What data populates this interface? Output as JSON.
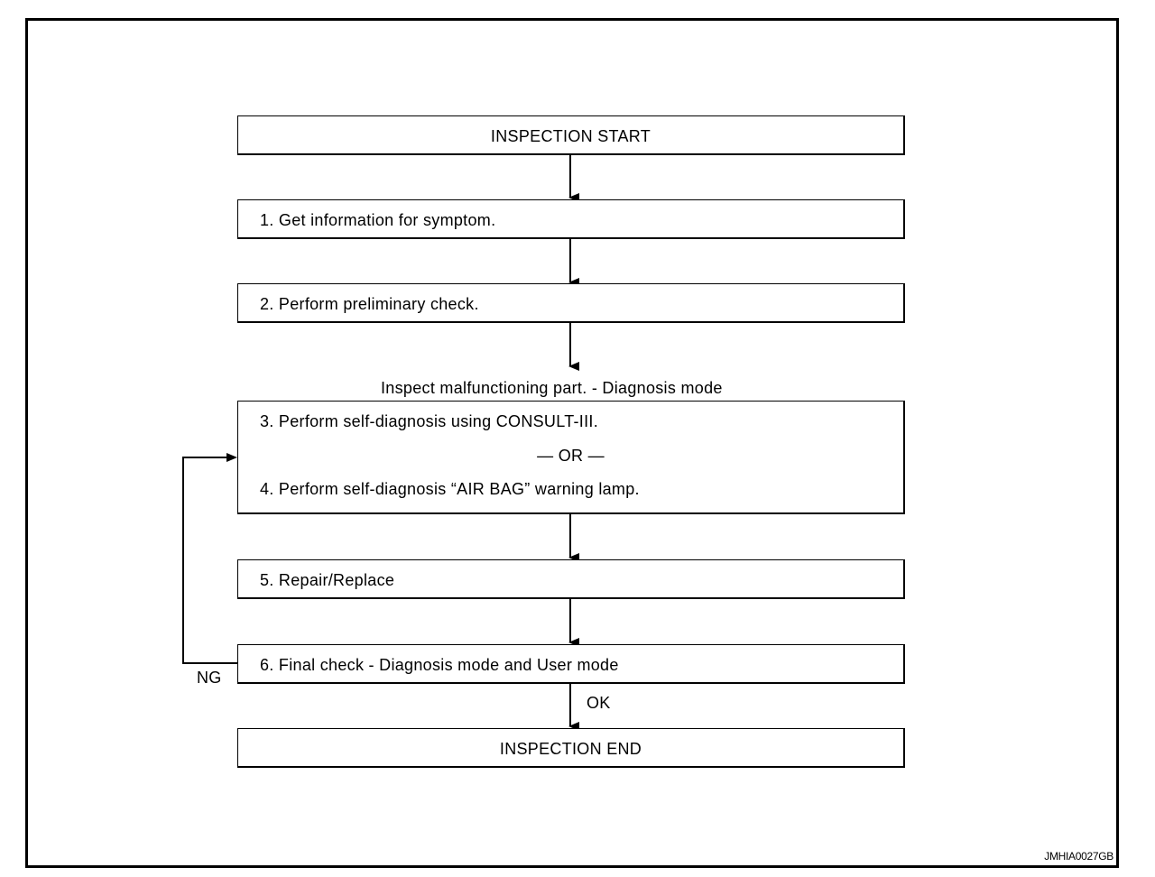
{
  "flow": {
    "start": "INSPECTION START",
    "step1": "1. Get information for symptom.",
    "step2": "2. Perform preliminary check.",
    "section_heading": "Inspect malfunctioning part. - Diagnosis mode",
    "step3": "3. Perform self-diagnosis using CONSULT-III.",
    "or_separator": "— OR —",
    "step4": "4. Perform self-diagnosis “AIR BAG” warning lamp.",
    "step5": "5. Repair/Replace",
    "step6": "6. Final check - Diagnosis mode and User mode",
    "ng_label": "NG",
    "ok_label": "OK",
    "end": "INSPECTION END"
  },
  "figure_code": "JMHIA0027GB"
}
